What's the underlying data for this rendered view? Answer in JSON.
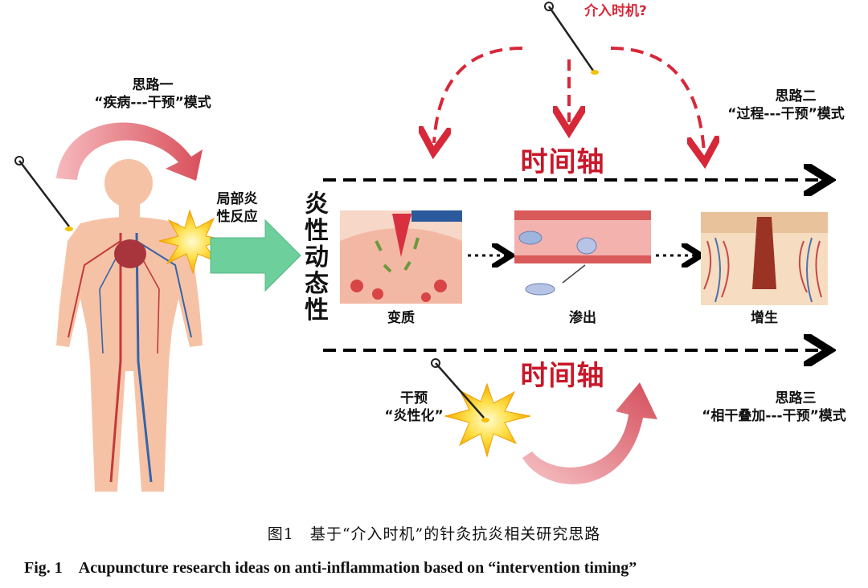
{
  "mode1": {
    "title": "思路一",
    "subtitle": "“疾病---干预”模式"
  },
  "mode2": {
    "title": "思路二",
    "subtitle": "“过程---干预”模式"
  },
  "mode3": {
    "title": "思路三",
    "subtitle": "“相干叠加---干预”模式"
  },
  "timing_question": "介入时机?",
  "timeline_label": "时间轴",
  "local_reaction": {
    "line1": "局部炎",
    "line2": "性反应"
  },
  "dynamic": [
    "炎",
    "性",
    "动",
    "态",
    "性"
  ],
  "stages": [
    {
      "label": "变质"
    },
    {
      "label": "渗出"
    },
    {
      "label": "增生"
    }
  ],
  "intervention": {
    "line1": "干预",
    "line2": "“炎性化”"
  },
  "caption": {
    "cn": "图1　基于“介入时机”的针灸抗炎相关研究思路",
    "en": "Fig. 1　Acupuncture research ideas  on anti-inflammation based on “intervention timing”"
  },
  "colors": {
    "red_dashed": "#d7283a",
    "timeline_red": "#c8182a",
    "green_arrow": "#6ccf9c",
    "body_skin": "#f6c2a6"
  }
}
